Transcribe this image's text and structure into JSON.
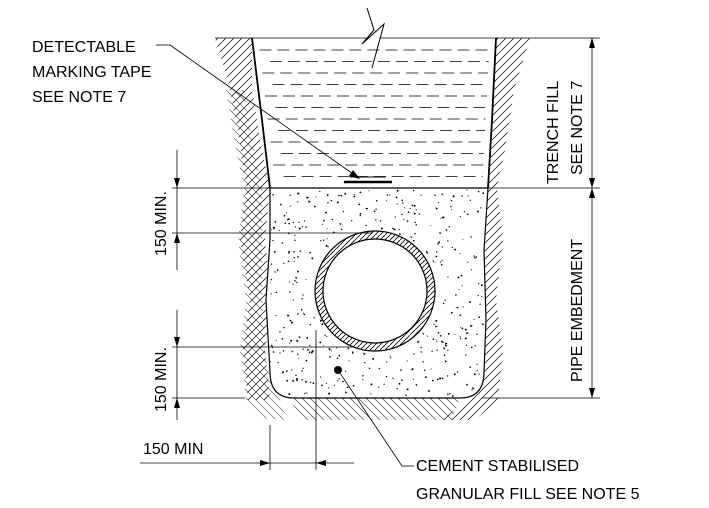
{
  "labels": {
    "tape_line1": "DETECTABLE",
    "tape_line2": "MARKING TAPE",
    "tape_line3": "SEE NOTE 7",
    "trench_fill_line1": "TRENCH FILL",
    "trench_fill_line2": "SEE NOTE 7",
    "pipe_embedment": "PIPE EMBEDMENT",
    "dim_top": "150 MIN.",
    "dim_bottom": "150 MIN.",
    "dim_side": "150 MIN",
    "fill_line1": "CEMENT STABILISED",
    "fill_line2": "GRANULAR FILL SEE NOTE 5"
  }
}
